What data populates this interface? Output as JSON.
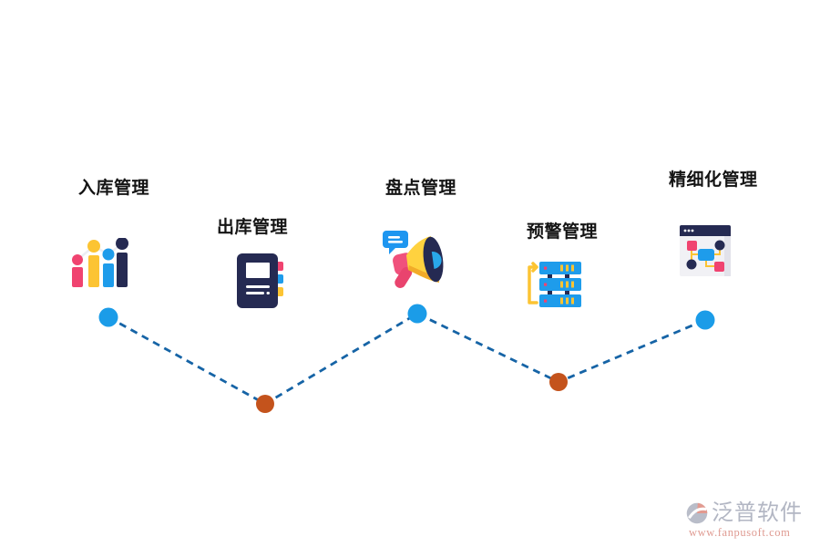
{
  "page": {
    "background_color": "#ffffff"
  },
  "diagram": {
    "connector_color": "#1664a6",
    "node_blue": "#1b9ce8",
    "node_orange": "#c4531c",
    "items": [
      {
        "label": "入库管理",
        "icon": "bar-chart-icon",
        "node_color": "#1b9ce8"
      },
      {
        "label": "出库管理",
        "icon": "notebook-icon",
        "node_color": "#c4531c"
      },
      {
        "label": "盘点管理",
        "icon": "megaphone-icon",
        "node_color": "#1b9ce8"
      },
      {
        "label": "预警管理",
        "icon": "server-rack-icon",
        "node_color": "#c4531c"
      },
      {
        "label": "精细化管理",
        "icon": "flowchart-window-icon",
        "node_color": "#1b9ce8"
      }
    ],
    "palette": {
      "navy": "#252a52",
      "yellow": "#fcc433",
      "pink": "#f04370",
      "blue": "#1e9ceb"
    }
  },
  "watermark": {
    "brand": "泛普软件",
    "url": "www.fanpusoft.com",
    "brand_color": "#b2b6c3",
    "url_color": "#df9a91"
  }
}
